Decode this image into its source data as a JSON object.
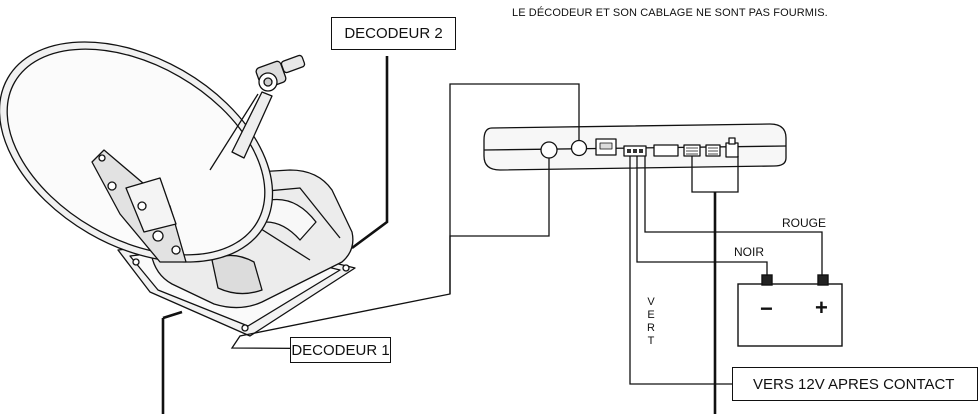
{
  "note": "LE DÉCODEUR ET SON CABLAGE NE SONT PAS FOURMIS.",
  "decoders": {
    "decoder2": "DECODEUR 2",
    "decoder1": "DECODEUR 1"
  },
  "wires": {
    "red": "ROUGE",
    "black": "NOIR",
    "green_letters": [
      "V",
      "E",
      "R",
      "T"
    ]
  },
  "battery": {
    "minus": "−",
    "plus": "+"
  },
  "ignition_label": "VERS  12V APRES CONTACT",
  "colors": {
    "line": "#111111",
    "device_fill": "#f6f6f6",
    "dish_shade": "#e9e9e9"
  }
}
